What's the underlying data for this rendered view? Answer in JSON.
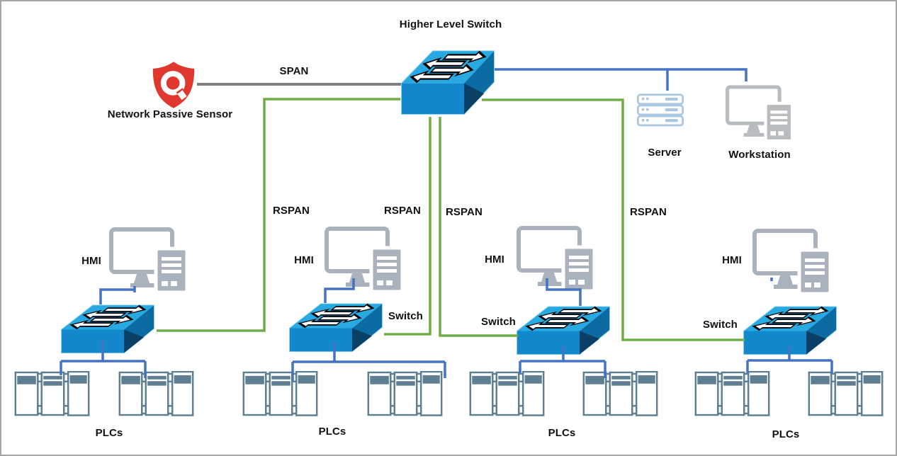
{
  "nodes": {
    "higher_switch": "Higher Level Switch",
    "sensor": "Network Passive Sensor",
    "server": "Server",
    "workstation": "Workstation"
  },
  "links": {
    "span": "SPAN",
    "rspan": [
      "RSPAN",
      "RSPAN",
      "RSPAN",
      "RSPAN"
    ]
  },
  "groups": [
    {
      "hmi": "HMI",
      "plcs": "PLCs"
    },
    {
      "hmi": "HMI",
      "switch": "Switch",
      "plcs": "PLCs"
    },
    {
      "hmi": "HMI",
      "switch": "Switch",
      "plcs": "PLCs"
    },
    {
      "hmi": "HMI",
      "switch": "Switch",
      "plcs": "PLCs"
    }
  ],
  "colors": {
    "line-green": "#70AD47",
    "line-blue": "#4472C4",
    "line-gray": "#7F7F7F",
    "switch-top": "#29A9E1",
    "switch-front": "#1488CC",
    "switch-side": "#0D6BA4",
    "switch-corner": "#0A3F66",
    "switch-outline": "#8ED5F2",
    "hmi-gray": "#A9B2BD",
    "ws-gray": "#B9BCBF",
    "server-blue": "#A9C6E3",
    "plc-slate": "#5E7E91",
    "sensor-red": "#E0372E",
    "border-gray": "#A6A6A6"
  }
}
